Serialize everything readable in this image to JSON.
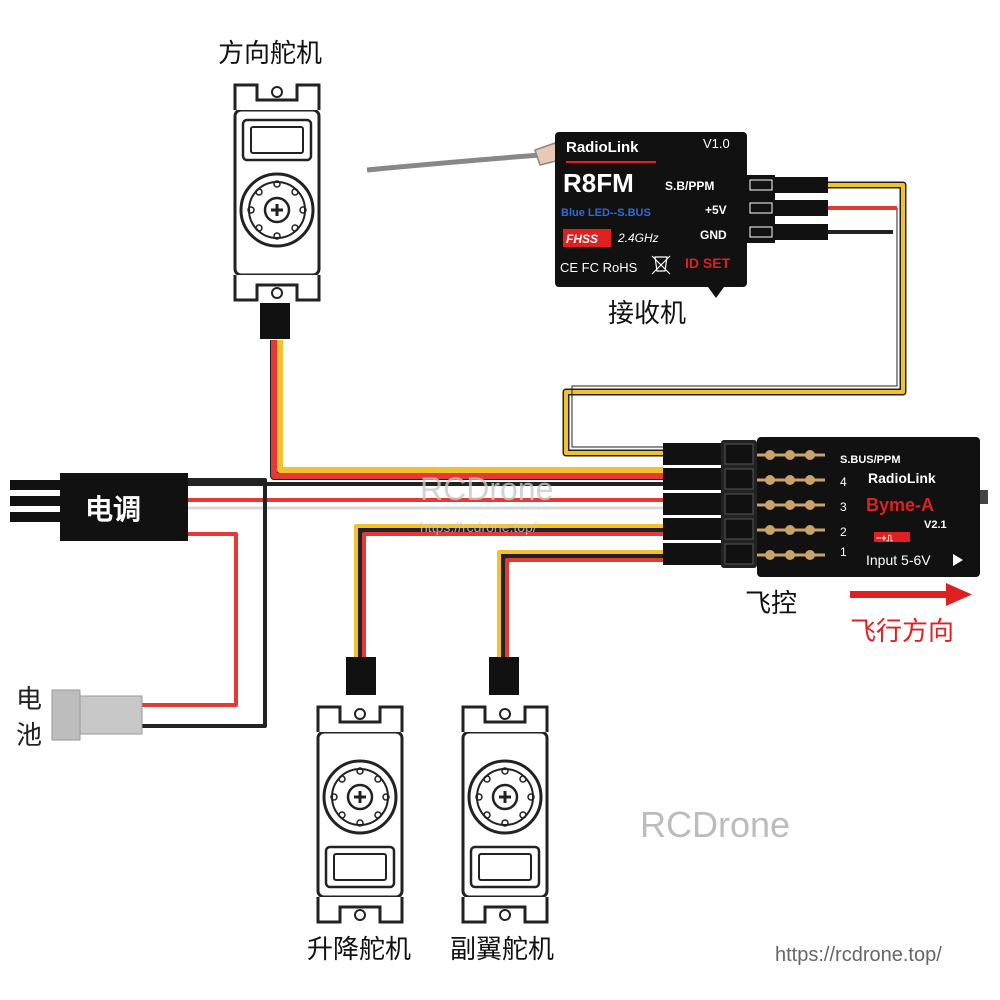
{
  "labels": {
    "rudder_servo": "方向舵机",
    "receiver": "接收机",
    "esc": "电调",
    "battery_line1": "电",
    "battery_line2": "池",
    "flight_controller": "飞控",
    "flight_direction": "飞行方向",
    "elevator_servo": "升降舵机",
    "aileron_servo": "副翼舵机"
  },
  "receiver": {
    "brand": "RadioLink",
    "model": "R8FM",
    "version": "V1.0",
    "led_note": "Blue LED--S.BUS",
    "fhss_badge": "FHSS",
    "band": "2.4GHz",
    "cert_marks": "CE FC RoHS",
    "id_set": "ID SET",
    "pin_sbus_ppm": "S.B/PPM",
    "pin_5v": "+5V",
    "pin_gnd": "GND"
  },
  "flight_controller": {
    "brand": "RadioLink",
    "model": "Byme-A",
    "version": "V2.1",
    "input_voltage": "Input 5-6V",
    "port_sbus": "S.BUS/PPM",
    "port_4": "4",
    "port_3": "3",
    "port_2": "2",
    "port_1": "1",
    "polarity_note": "−+⎍"
  },
  "watermarks": {
    "brand_center": "RCDrone",
    "url_center": "https://rcdrone.top/",
    "brand_lower": "RCDrone",
    "url_lower": "https://rcdrone.top/"
  },
  "colors": {
    "signal_wire": "#f2c12e",
    "power_wire": "#e53935",
    "ground_wire": "#222222",
    "accent_red": "#e02020",
    "device_body": "#111111"
  }
}
